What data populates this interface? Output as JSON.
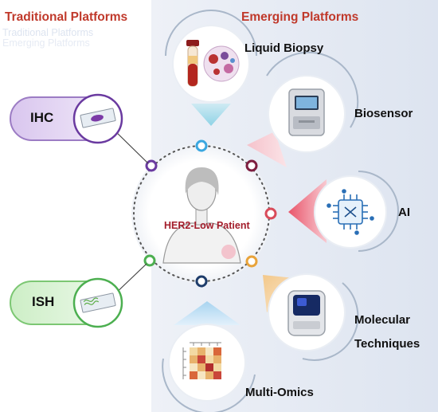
{
  "header": {
    "traditional_title": "Traditional Platforms",
    "emerging_title": "Emerging Platforms",
    "faded_watermark_line1": "Traditional Platforms",
    "faded_watermark_line2": "Emerging Platforms"
  },
  "center": {
    "patient_label": "HER2-Low Patient"
  },
  "traditional": {
    "ihc": "IHC",
    "ish": "ISH"
  },
  "emerging": {
    "liquid_biopsy": "Liquid Biopsy",
    "biosensor": "Biosensor",
    "ai": "AI",
    "molecular_line1": "Molecular",
    "molecular_line2": "Techniques",
    "multi_omics": "Multi-Omics"
  },
  "colors": {
    "traditional_title": "#c0392b",
    "emerging_title": "#c0392b",
    "patient_label": "#a31d2b",
    "ihc_accent": "#6a3aa0",
    "ihc_fill": "#e6d8f4",
    "ish_accent": "#4caf50",
    "ish_fill": "#dcf3d8",
    "panel_bg": "#e6ebf4",
    "node_blue": "#3aa7e0",
    "node_maroon": "#7d1d3f",
    "node_red": "#d94b5a",
    "node_orange": "#e8a33a",
    "node_navy": "#1f3d6b"
  }
}
